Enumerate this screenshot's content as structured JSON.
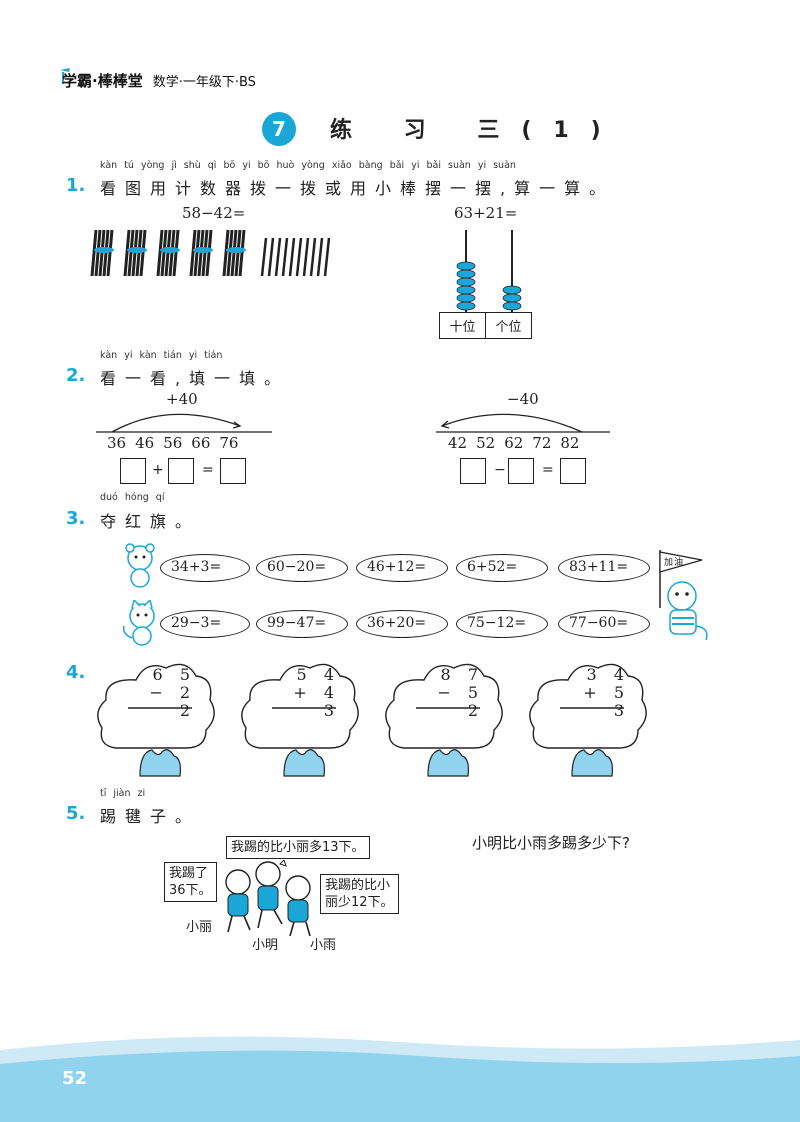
{
  "header": {
    "brand": "学霸·棒棒堂",
    "subject": "数学·一年级下·BS"
  },
  "lesson": {
    "number": "7",
    "title": "练 习 三(1)"
  },
  "q1": {
    "number": "1.",
    "pinyin": "kàn tú yòng jì shù qì bō yi bō huò yòng xiǎo bàng bǎi yi bǎi suàn yi suàn",
    "text": "看图用计数器拨一拨或用小棒摆一摆,算一算。",
    "expr_left": "58−42=",
    "expr_right": "63+21=",
    "abacus_tens": "十位",
    "abacus_ones": "个位",
    "tens_beads": 6,
    "ones_beads": 3
  },
  "q2": {
    "number": "2.",
    "pinyin": "kàn yi kàn tián yi tián",
    "text": "看一看,填一填。",
    "left_op": "+40",
    "left_ticks": [
      "36",
      "46",
      "56",
      "66",
      "76"
    ],
    "right_op": "−40",
    "right_ticks": [
      "42",
      "52",
      "62",
      "72",
      "82"
    ],
    "plus": "+",
    "minus": "−",
    "equals": "="
  },
  "q3": {
    "number": "3.",
    "pinyin": "duó hóng qí",
    "text": "夺红旗。",
    "row1": [
      "34+3=",
      "60−20=",
      "46+12=",
      "6+52=",
      "83+11="
    ],
    "row2": [
      "29−3=",
      "99−47=",
      "36+20=",
      "75−12=",
      "77−60="
    ],
    "flag_text": "加油"
  },
  "q4": {
    "number": "4.",
    "problems": [
      {
        "top": "6 5",
        "op": "−",
        "bottom": "2 2"
      },
      {
        "top": "5 4",
        "op": "+",
        "bottom": "4 3"
      },
      {
        "top": "8 7",
        "op": "−",
        "bottom": "5 2"
      },
      {
        "top": "3 4",
        "op": "+",
        "bottom": "5 3"
      }
    ]
  },
  "q5": {
    "number": "5.",
    "pinyin": "tī jiàn zi",
    "text": "踢毽子。",
    "bubble_top": "我踢的比小丽多13下。",
    "bubble_left_1": "我踢了",
    "bubble_left_2": "36下。",
    "bubble_right_1": "我踢的比小",
    "bubble_right_2": "丽少12下。",
    "name_xiaoli": "小丽",
    "name_xiaoming": "小明",
    "name_xiaoyu": "小雨",
    "question": "小明比小雨多踢多少下?"
  },
  "footer": {
    "page_number": "52"
  },
  "colors": {
    "accent": "#1aa7d8",
    "light_blue": "#cfeaf6",
    "ice": "#8fd3ef"
  }
}
